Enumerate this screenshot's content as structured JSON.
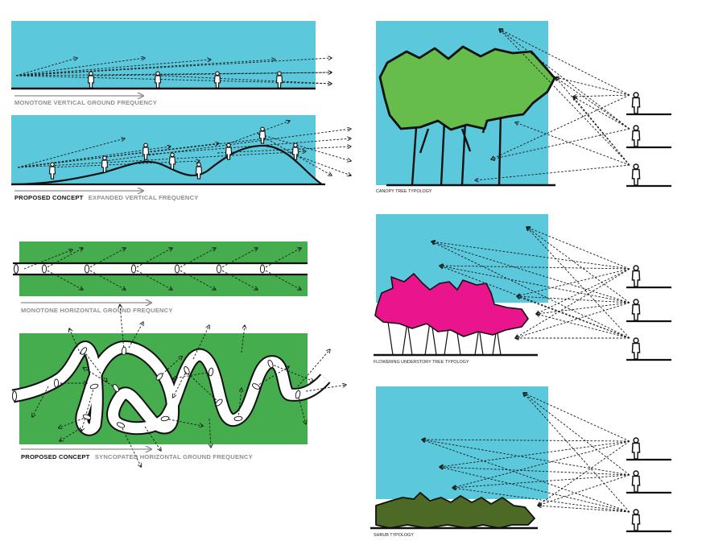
{
  "colors": {
    "sky": "#5bc8dc",
    "grass": "#46ad4e",
    "canopy": "#66bd4b",
    "understory": "#ea148c",
    "shrub": "#4c6a26",
    "arrow_gray": "#8e8e8e",
    "ink": "#111111"
  },
  "icons": [
    "person-icon",
    "arrow-icon",
    "path-marker-icon"
  ],
  "panels": {
    "vertical_monotone": {
      "label": "MONOTONE VERTICAL GROUND FREQUENCY"
    },
    "vertical_proposed": {
      "label_bold": "PROPOSED CONCEPT",
      "label_rest": "EXPANDED VERTICAL  FREQUENCY"
    },
    "horizontal_monotone": {
      "label": "MONOTONE HORIZONTAL GROUND FREQUENCY"
    },
    "horizontal_proposed": {
      "label_bold": "PROPOSED CONCEPT",
      "label_rest": "SYNCOPATED HORIZONTAL GROUND FREQUENCY"
    },
    "canopy": {
      "caption": "CANOPY TREE TYPOLOGY"
    },
    "understory": {
      "caption": "FLOWERING UNDERSTORY TREE TYPOLOGY"
    },
    "shrub": {
      "caption": "SHRUB TYPOLOGY"
    }
  }
}
